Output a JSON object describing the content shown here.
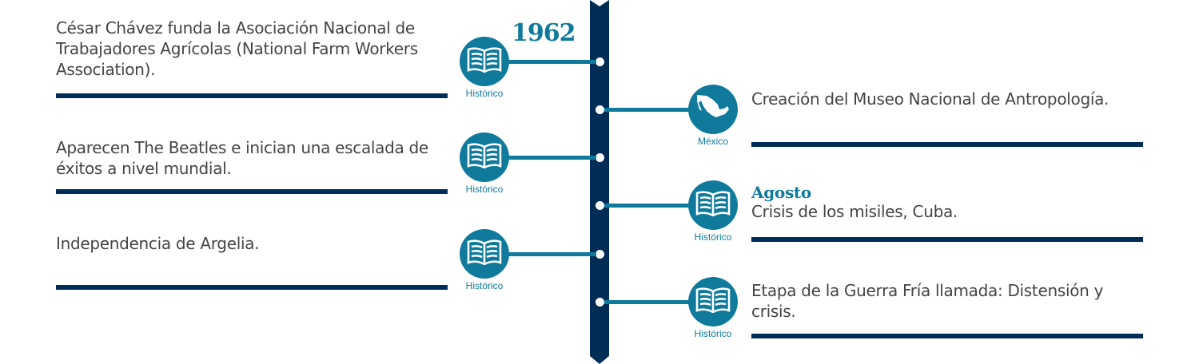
{
  "year": "1962",
  "colors": {
    "accent": "#0f7a9c",
    "dark": "#002d55",
    "text": "#444444"
  },
  "left_events": [
    {
      "text": "César Chávez funda la Asociación Nacional de Trabajadores Agrícolas (National Farm Workers Association).",
      "category": "Histórico",
      "icon": "book-icon"
    },
    {
      "text": "Aparecen The Beatles e inician una escalada de éxitos a nivel mundial.",
      "category": "Histórico",
      "icon": "book-icon"
    },
    {
      "text": "Independencia de Argelia.",
      "category": "Histórico",
      "icon": "book-icon"
    }
  ],
  "right_events": [
    {
      "month": "",
      "text": "Creación del Museo Nacional de Antropología.",
      "category": "México",
      "icon": "mexico-map-icon"
    },
    {
      "month": "Agosto",
      "text": "Crisis de los misiles, Cuba.",
      "category": "Histórico",
      "icon": "book-icon"
    },
    {
      "month": "",
      "text": "Etapa de la Guerra Fría llamada: Distensión y crisis.",
      "category": "Histórico",
      "icon": "book-icon"
    }
  ]
}
